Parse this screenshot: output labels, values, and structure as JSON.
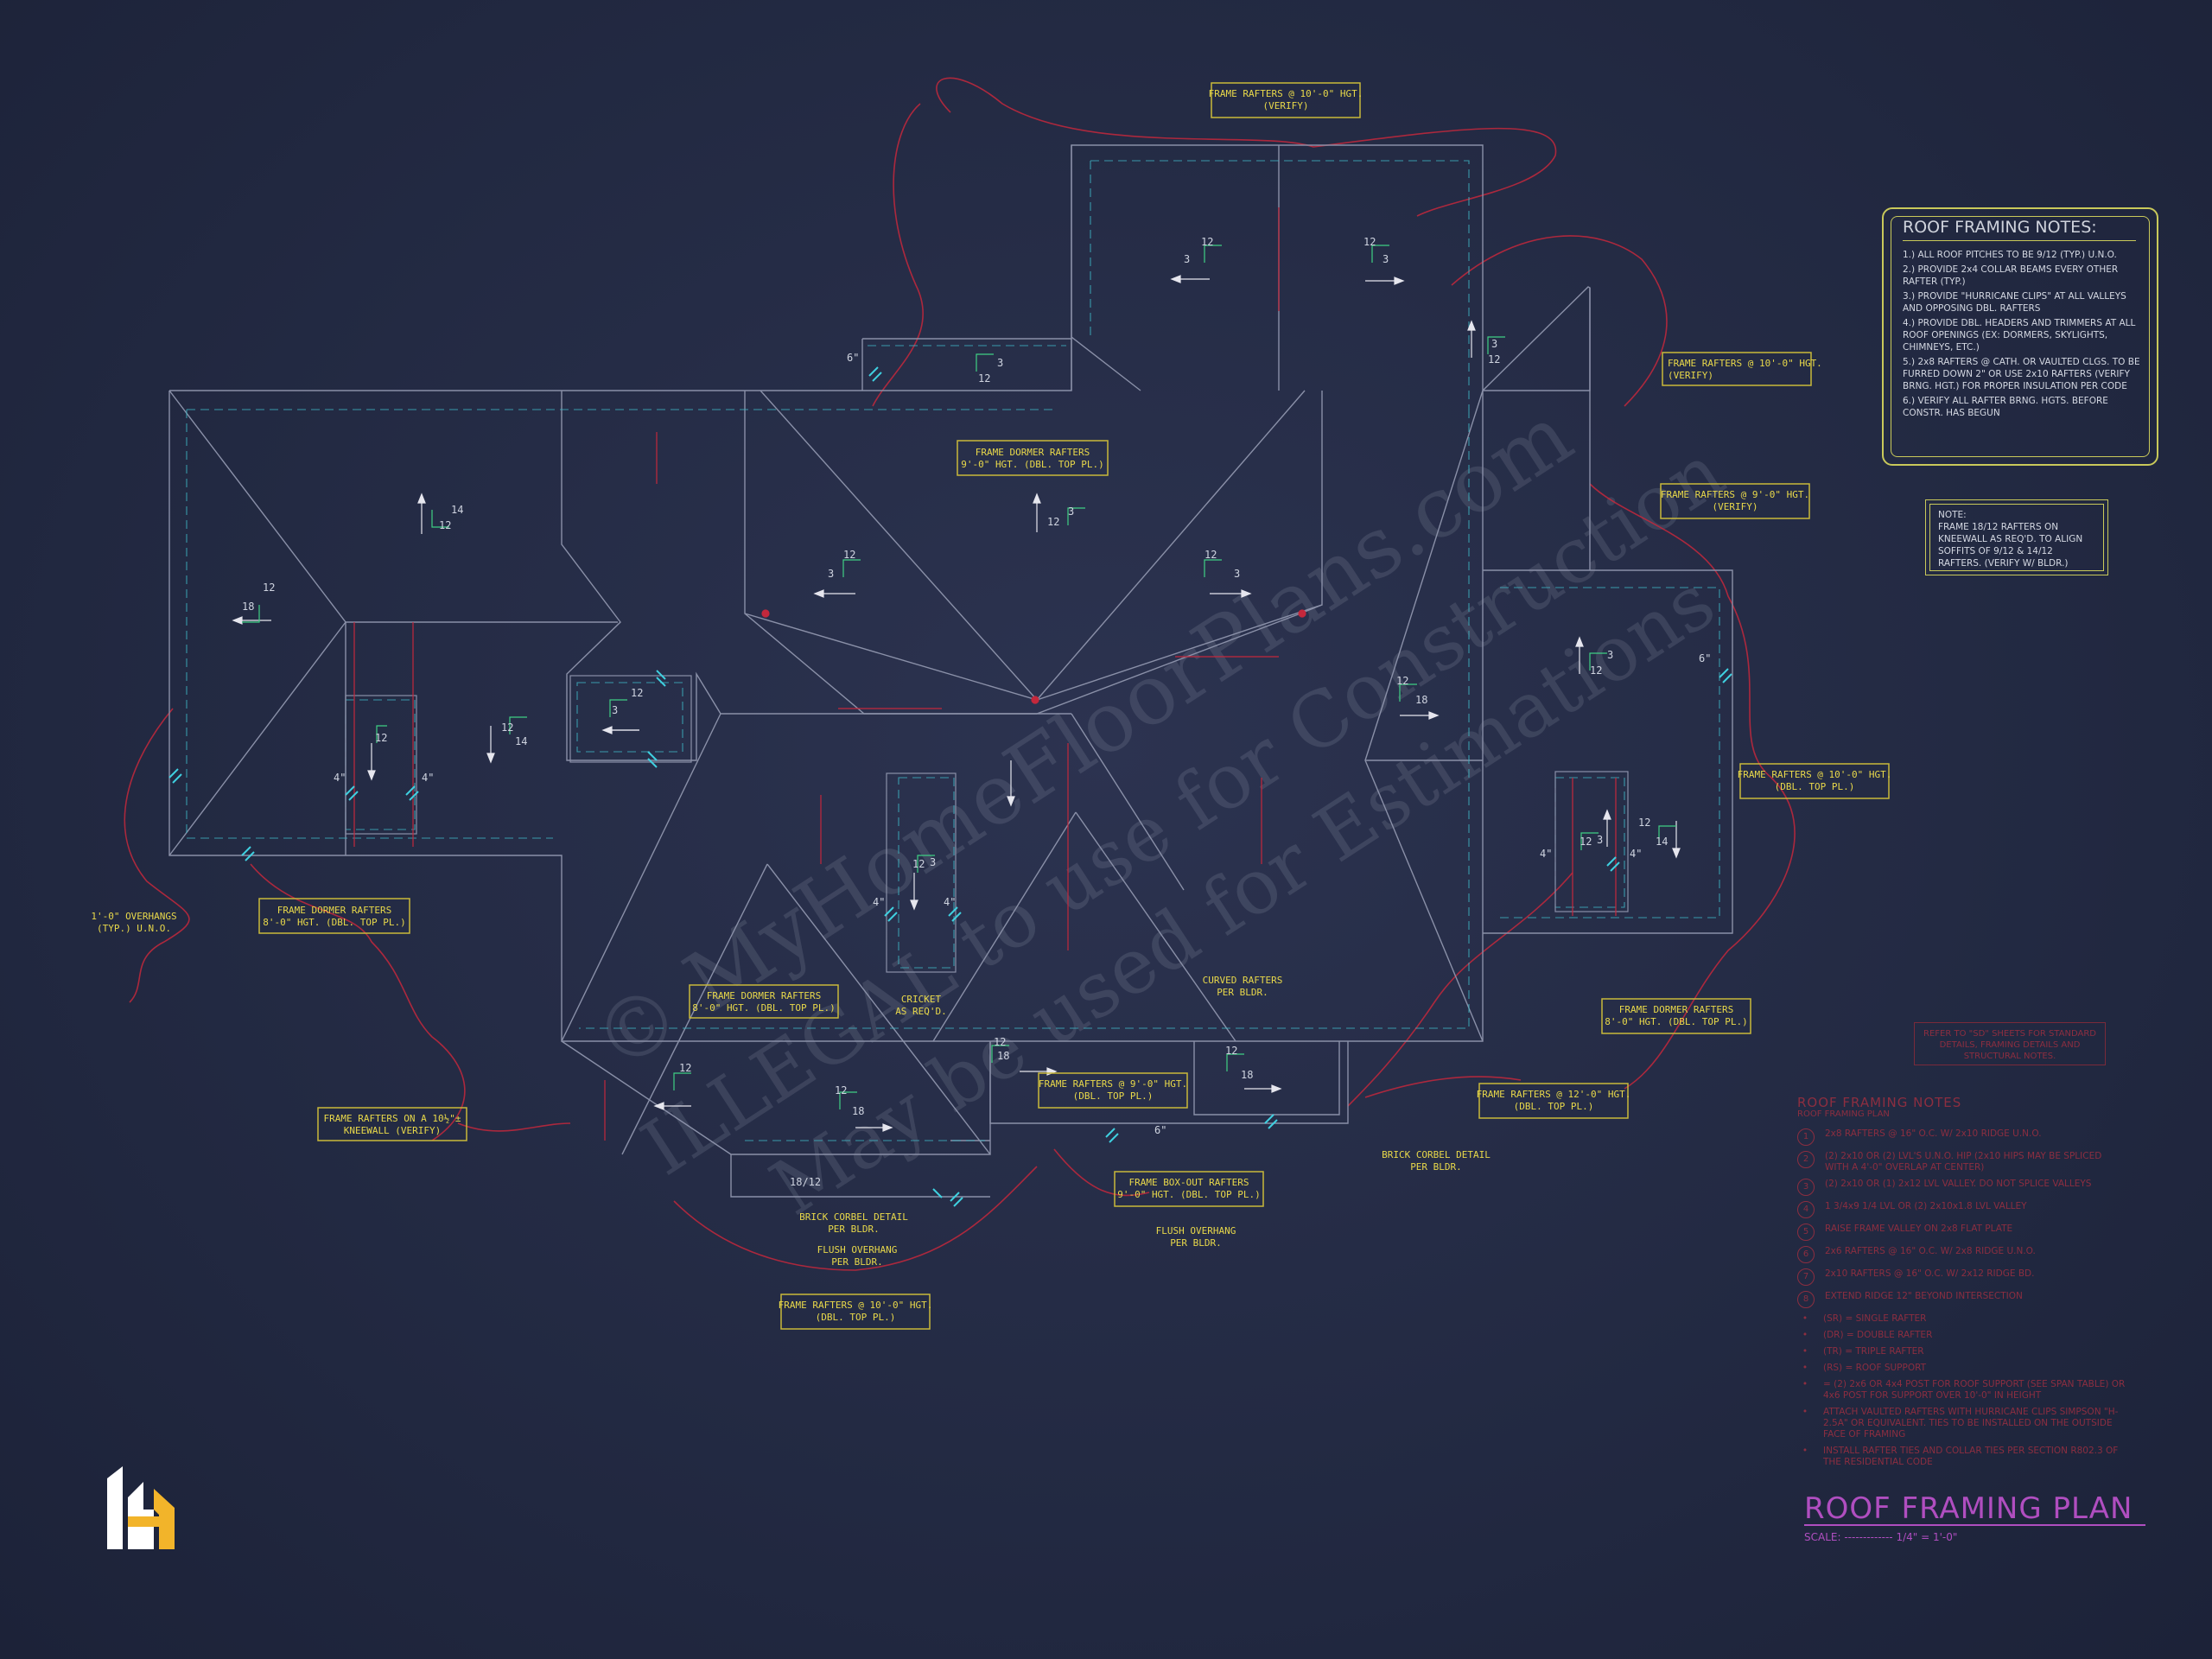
{
  "drawing": {
    "title": "ROOF FRAMING PLAN",
    "scale_label": "SCALE:",
    "scale_value": "1/4\" = 1'-0\"",
    "watermark_line1": "© MyHomeFloorPlans.com",
    "watermark_line2": "ILLEGAL to use for Construction",
    "watermark_line3": "May be used for Estimations",
    "colors": {
      "background": "#262d47",
      "wall_lines": "#8a90a8",
      "hidden_lines": "#3fb5c4",
      "red_markup": "#d0263a",
      "label_yellow": "#e8d84a",
      "title_purple": "#b04ec0"
    }
  },
  "notes": {
    "title": "ROOF FRAMING NOTES:",
    "items": [
      "1.) ALL ROOF PITCHES TO BE 9/12 (TYP.) U.N.O.",
      "2.) PROVIDE 2x4 COLLAR BEAMS EVERY OTHER RAFTER (TYP.)",
      "3.) PROVIDE \"HURRICANE CLIPS\" AT ALL VALLEYS AND OPPOSING DBL. RAFTERS",
      "4.) PROVIDE DBL. HEADERS AND TRIMMERS AT ALL ROOF OPENINGS (EX: DORMERS, SKYLIGHTS, CHIMNEYS, ETC.)",
      "5.) 2x8 RAFTERS @ CATH. OR VAULTED CLGS. TO BE FURRED DOWN 2\" OR USE 2x10 RAFTERS (VERIFY BRNG. HGT.) FOR PROPER INSULATION PER CODE",
      "6.) VERIFY ALL RAFTER BRNG. HGTS. BEFORE CONSTR. HAS BEGUN"
    ]
  },
  "note2": {
    "heading": "NOTE:",
    "text": "FRAME 18/12 RAFTERS ON KNEEWALL AS REQ'D. TO ALIGN SOFFITS OF 9/12 & 14/12 RAFTERS. (VERIFY W/ BLDR.)"
  },
  "ref_note": "REFER TO \"SD\" SHEETS FOR STANDARD DETAILS, FRAMING DETAILS AND STRUCTURAL NOTES.",
  "legend": {
    "title": "ROOF FRAMING NOTES",
    "subtitle": "ROOF FRAMING PLAN",
    "numbered": [
      {
        "n": "1",
        "text": "2x8 RAFTERS @ 16\" O.C. W/ 2x10 RIDGE U.N.O."
      },
      {
        "n": "2",
        "text": "(2) 2x10 OR (2) LVL'S U.N.O. HIP (2x10 HIPS MAY BE SPLICED WITH A 4'-0\" OVERLAP AT CENTER)"
      },
      {
        "n": "3",
        "text": "(2) 2x10 OR (1) 2x12 LVL VALLEY. DO NOT SPLICE VALLEYS"
      },
      {
        "n": "4",
        "text": "1 3/4x9 1/4 LVL OR (2) 2x10x1.8 LVL VALLEY"
      },
      {
        "n": "5",
        "text": "RAISE FRAME VALLEY ON 2x8 FLAT PLATE"
      },
      {
        "n": "6",
        "text": "2x6 RAFTERS @ 16\" O.C. W/ 2x8 RIDGE U.N.O."
      },
      {
        "n": "7",
        "text": "2x10 RAFTERS @ 16\" O.C. W/ 2x12 RIDGE BD."
      },
      {
        "n": "8",
        "text": "EXTEND RIDGE 12\" BEYOND INTERSECTION"
      }
    ],
    "bullets": [
      "(SR) = SINGLE RAFTER",
      "(DR) = DOUBLE RAFTER",
      "(TR) = TRIPLE RAFTER",
      "(RS) = ROOF SUPPORT",
      "= (2) 2x6 OR 4x4 POST FOR ROOF SUPPORT (SEE SPAN TABLE) OR 4x6 POST FOR SUPPORT OVER 10'-0\" IN HEIGHT",
      "ATTACH VAULTED RAFTERS WITH HURRICANE CLIPS SIMPSON \"H-2.5A\" OR EQUIVALENT. TIES TO BE INSTALLED ON THE OUTSIDE FACE OF FRAMING",
      "INSTALL RAFTER TIES AND COLLAR TIES PER SECTION R802.3 OF THE RESIDENTIAL CODE"
    ]
  },
  "labels": {
    "top_rafters": [
      "FRAME RAFTERS @ 10'-0\" HGT.",
      "(VERIFY)"
    ],
    "right_rafters_10": [
      "FRAME RAFTERS @ 10'-0\" HGT.",
      "(VERIFY)"
    ],
    "right_rafters_9": [
      "FRAME RAFTERS @ 9'-0\" HGT.",
      "(VERIFY)"
    ],
    "center_dormer": [
      "FRAME DORMER RAFTERS",
      "9'-0\" HGT. (DBL. TOP PL.)"
    ],
    "right_dbl_10": [
      "FRAME RAFTERS @ 10'-0\" HGT.",
      "(DBL. TOP PL.)"
    ],
    "left_dormer": [
      "FRAME DORMER RAFTERS",
      "8'-0\" HGT. (DBL. TOP PL.)"
    ],
    "overhangs": [
      "1'-0\" OVERHANGS",
      "(TYP.) U.N.O."
    ],
    "mid_dormer": [
      "FRAME DORMER RAFTERS",
      "8'-0\" HGT. (DBL. TOP PL.)"
    ],
    "cricket": [
      "CRICKET",
      "AS REQ'D."
    ],
    "curved": [
      "CURVED RAFTERS",
      "PER BLDR."
    ],
    "right_dormer": [
      "FRAME DORMER RAFTERS",
      "8'-0\" HGT. (DBL. TOP PL.)"
    ],
    "kneewall": [
      "FRAME RAFTERS ON A 10½\"±",
      "KNEEWALL (VERIFY)"
    ],
    "bottom_9": [
      "FRAME RAFTERS @ 9'-0\" HGT.",
      "(DBL. TOP PL.)"
    ],
    "bottom_12": [
      "FRAME RAFTERS @ 12'-0\" HGT.",
      "(DBL. TOP PL.)"
    ],
    "brick_right": [
      "BRICK CORBEL DETAIL",
      "PER BLDR."
    ],
    "boxout": [
      "FRAME BOX-OUT RAFTERS",
      "9'-0\" HGT. (DBL. TOP PL.)"
    ],
    "flush_right": [
      "FLUSH OVERHANG",
      "PER BLDR."
    ],
    "brick_left": [
      "BRICK CORBEL DETAIL",
      "PER BLDR."
    ],
    "flush_left": [
      "FLUSH OVERHANG",
      "PER BLDR."
    ],
    "bottom_10": [
      "FRAME RAFTERS @ 10'-0\" HGT.",
      "(DBL. TOP PL.)"
    ]
  },
  "pitches": {
    "p12": "12",
    "p3": "3",
    "p18": "18",
    "p14": "14",
    "p4": "4\"",
    "p6": "6\"",
    "p1812": "18/12"
  }
}
